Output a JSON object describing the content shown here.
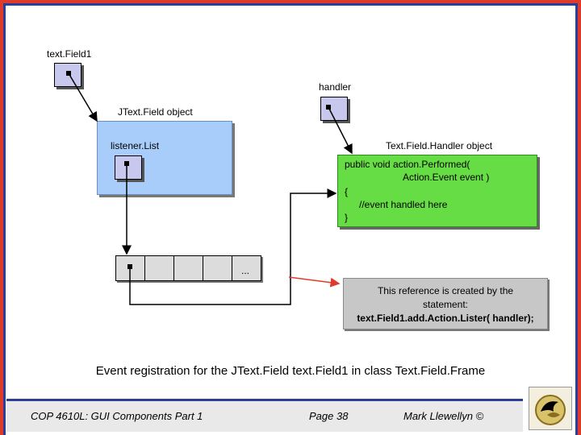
{
  "labels": {
    "textfield_var": "text.Field1",
    "handler_var": "handler",
    "jtextfield_obj": "JText.Field object",
    "listener_list": "listener.List",
    "handler_obj": "Text.Field.Handler object"
  },
  "handler_code": {
    "line1": "public void action.Performed(",
    "line2": "Action.Event event )",
    "line3": "{",
    "line4": "//event handled here",
    "line5": "}"
  },
  "array_ellipsis": "...",
  "note": {
    "line1": "This reference is created by the",
    "line2": "statement:",
    "line3": "text.Field1.add.Action.Lister( handler);"
  },
  "caption": "Event registration for the JText.Field text.Field1 in class Text.Field.Frame",
  "footer": {
    "course": "COP 4610L: GUI Components Part 1",
    "page": "Page 38",
    "author": "Mark Llewellyn ©"
  },
  "colors": {
    "object_fill": "#a9cdfa",
    "handler_fill": "#66dd44",
    "ref_fill": "#c8c8ee",
    "note_fill": "#c7c7c7",
    "arrow_red": "#e03a2a"
  }
}
